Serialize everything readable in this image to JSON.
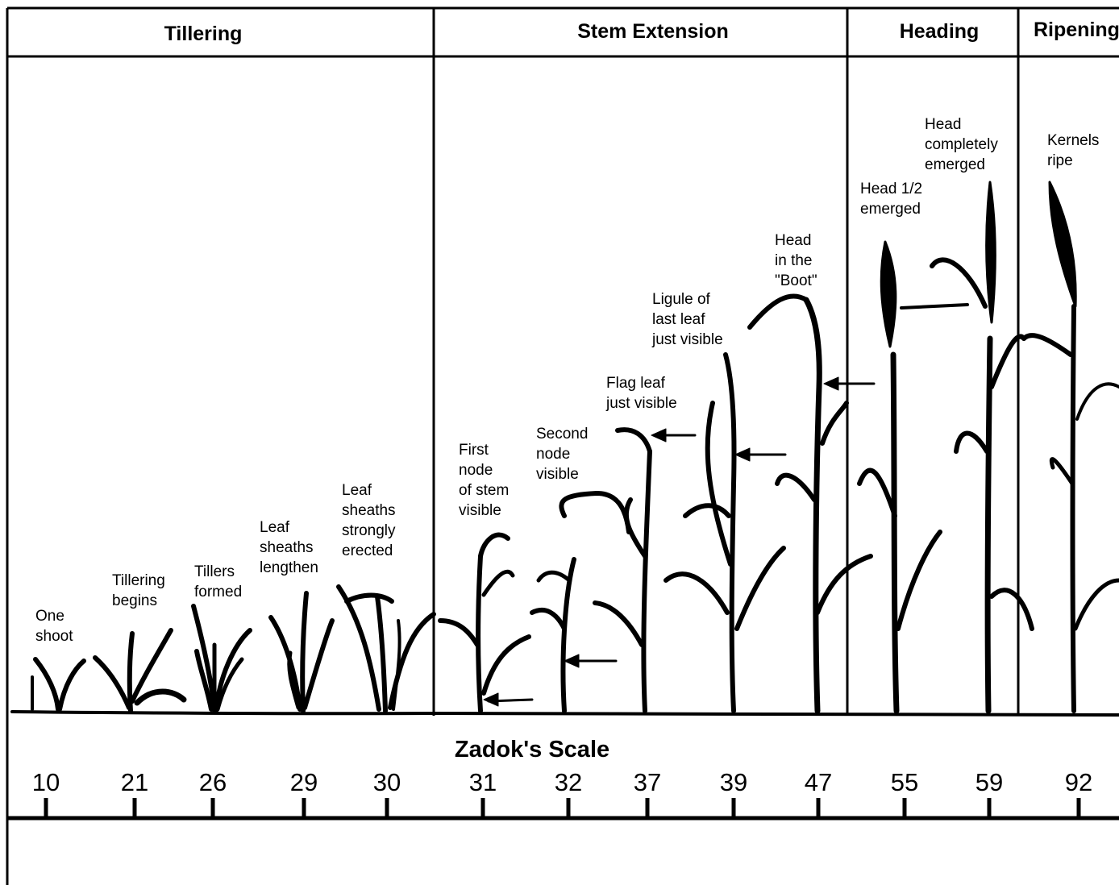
{
  "stages": {
    "tillering": "Tillering",
    "stem_extension": "Stem Extension",
    "heading": "Heading",
    "ripening": "Ripening"
  },
  "scale": {
    "title": "Zadok's Scale",
    "ticks": [
      "10",
      "21",
      "26",
      "29",
      "30",
      "31",
      "32",
      "37",
      "39",
      "47",
      "55",
      "59",
      "92"
    ]
  },
  "labels": {
    "one_shoot": [
      "One",
      "shoot"
    ],
    "tillering_begins": [
      "Tillering",
      "begins"
    ],
    "tillers_formed": [
      "Tillers",
      "formed"
    ],
    "leaf_sheaths_lengthen": [
      "Leaf",
      "sheaths",
      "lengthen"
    ],
    "leaf_sheaths_erected": [
      "Leaf",
      "sheaths",
      "strongly",
      "erected"
    ],
    "first_node": [
      "First",
      "node",
      "of stem",
      "visible"
    ],
    "second_node": [
      "Second",
      "node",
      "visible"
    ],
    "flag_leaf": [
      "Flag leaf",
      "just visible"
    ],
    "ligule": [
      "Ligule of",
      "last leaf",
      "just visible"
    ],
    "head_boot": [
      "Head",
      "in the",
      "\"Boot\""
    ],
    "head_half": [
      "Head 1/2",
      "emerged"
    ],
    "head_complete": [
      "Head",
      "completely",
      "emerged"
    ],
    "kernels_ripe": [
      "Kernels",
      "ripe"
    ]
  }
}
